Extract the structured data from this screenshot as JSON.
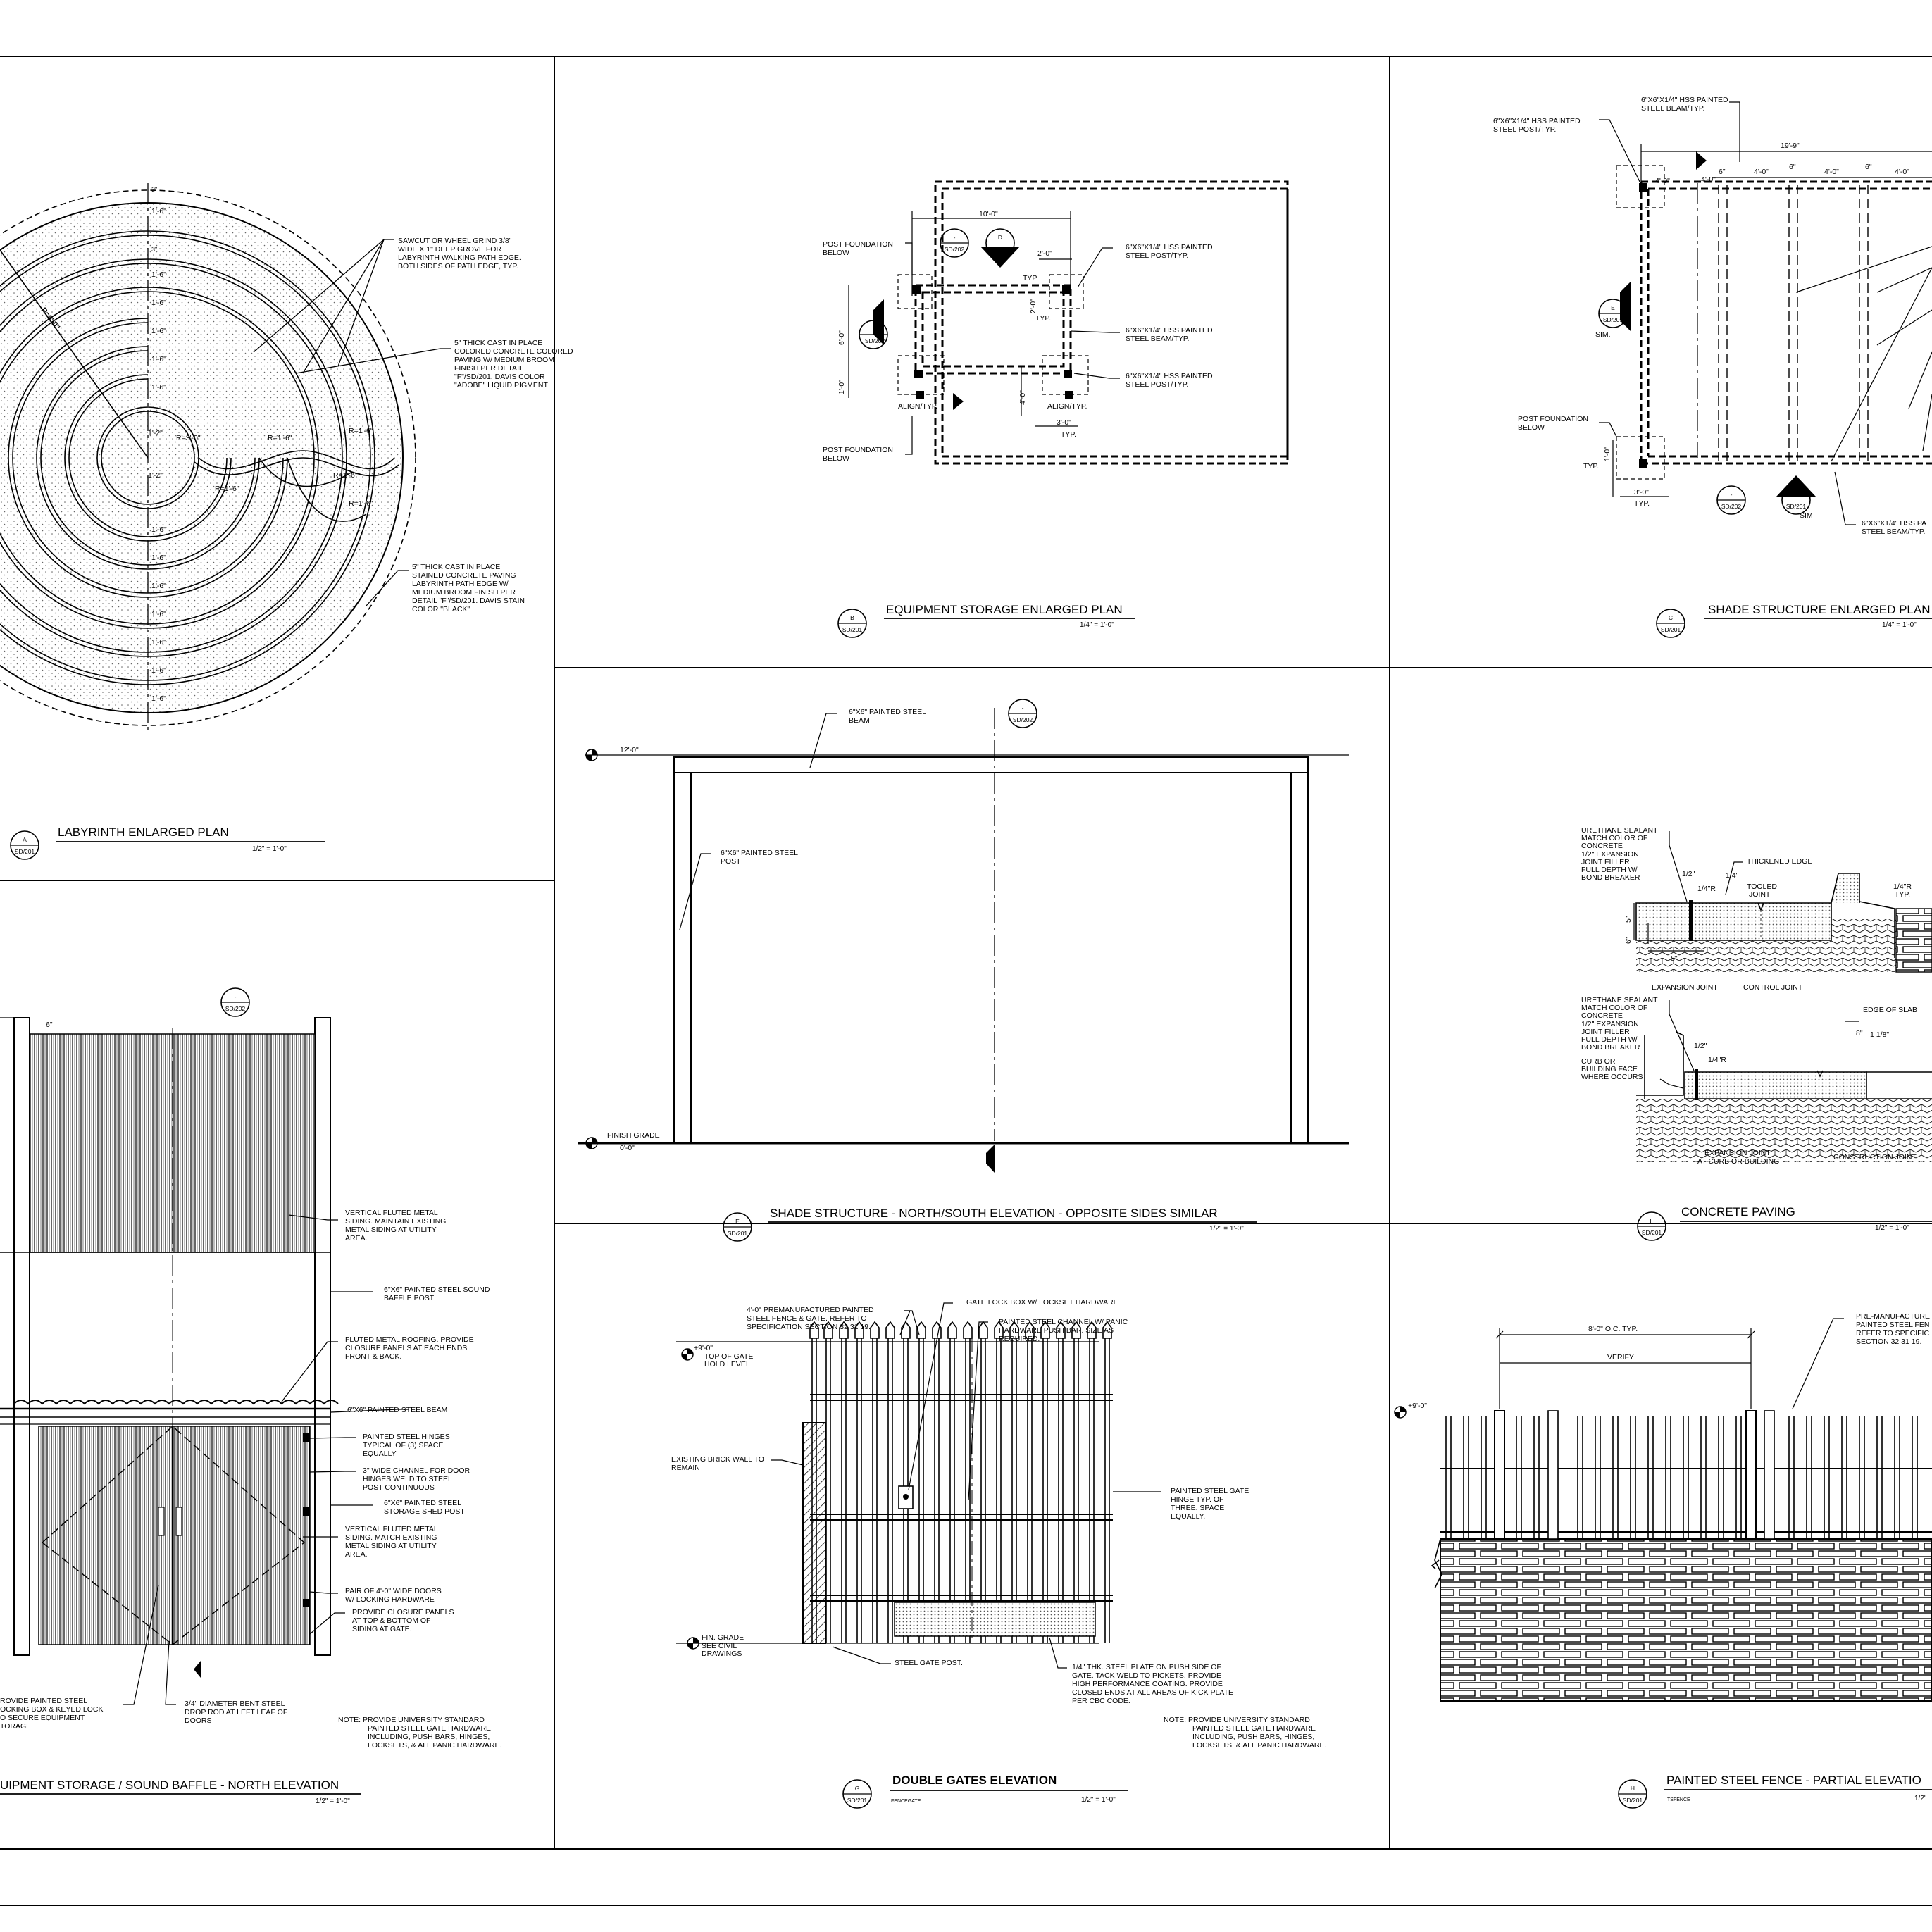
{
  "panels": {
    "A": {
      "title": "LABYRINTH ENLARGED PLAN",
      "scale": "1/2\" = 1'-0\"",
      "bubble_top": "A",
      "bubble_bottom": "SD/201",
      "notes": [
        [
          "SAWCUT OR WHEEL GRIND 3/8\"",
          "WIDE X 1\" DEEP GROVE FOR",
          "LABYRINTH WALKING PATH EDGE.",
          "BOTH SIDES OF PATH EDGE, TYP."
        ],
        [
          "5\" THICK CAST IN PLACE",
          "COLORED CONCRETE COLORED",
          "PAVING W/ MEDIUM BROOM",
          "FINISH PER DETAIL",
          "\"F\"/SD/201. DAVIS COLOR",
          "\"ADOBE\" LIQUID PIGMENT"
        ],
        [
          "5\" THICK CAST IN PLACE",
          "STAINED CONCRETE PAVING",
          "LABYRINTH PATH EDGE W/",
          "MEDIUM BROOM FINISH PER",
          "DETAIL \"F\"/SD/201. DAVIS STAIN",
          "COLOR \"BLACK\""
        ]
      ],
      "dims": [
        "1'-6\"",
        "3\"",
        "R=8'-0\"",
        "1'-2\"",
        "R=3'-0\"",
        "R=1'-6\"",
        "R=1'-6\"",
        "1'-6\""
      ]
    },
    "B": {
      "title": "EQUIPMENT STORAGE ENLARGED PLAN",
      "scale": "1/4\" = 1'-0\"",
      "bubble_top": "B",
      "bubble_bottom": "SD/201",
      "notes": [
        [
          "POST FOUNDATION",
          "BELOW"
        ],
        [
          "6\"X6\"X1/4\" HSS PAINTED",
          "STEEL POST/TYP."
        ],
        [
          "6\"X6\"X1/4\" HSS PAINTED",
          "STEEL BEAM/TYP."
        ],
        [
          "6\"X6\"X1/4\" HSS PAINTED",
          "STEEL POST/TYP."
        ],
        [
          "POST FOUNDATION",
          "BELOW"
        ]
      ],
      "dims": [
        "10'-0\"",
        "2'-0\"",
        "TYP.",
        "6'-0\"",
        "1'-0\"",
        "2'-0\"",
        "TYP.",
        "4'-0\"",
        "3'-0\"",
        "TYP.",
        "ALIGN/TYP.",
        "ALIGN/TYP."
      ],
      "bubbles": [
        [
          "-",
          "SD/202"
        ],
        [
          "D",
          "SD/201"
        ],
        [
          "-",
          "SD/202"
        ]
      ]
    },
    "C": {
      "title": "SHADE STRUCTURE ENLARGED PLAN",
      "scale": "1/4\" = 1'-0\"",
      "bubble_top": "C",
      "bubble_bottom": "SD/201",
      "notes": [
        [
          "6\"X6\"X1/4\" HSS PAINTED",
          "STEEL BEAM/TYP."
        ],
        [
          "6\"X6\"X1/4\" HSS PAINTED",
          "STEEL POST/TYP."
        ],
        [
          "POST FOUNDATION",
          "BELOW"
        ],
        [
          "6\"X6\"X1/4\" HSS PA",
          "STEEL BEAM/TYP."
        ]
      ],
      "dims": [
        "19'-9\"",
        "6\"",
        "4'-0\"",
        "6\"",
        "4'-0\"",
        "6\"",
        "4'-0\"",
        "6\"",
        "4'-0\"",
        "TYP.",
        "3'-0\"",
        "TYP.",
        "SIM.",
        "SIM"
      ],
      "bubbles": [
        [
          "E",
          "SD/201"
        ],
        [
          "-",
          "SD/202"
        ],
        [
          "E",
          "SD/201"
        ]
      ]
    },
    "D": {
      "title": "UIPMENT STORAGE / SOUND BAFFLE - NORTH ELEVATION",
      "scale": "1/2\" = 1'-0\"",
      "bubble": [
        "-",
        "SD/202"
      ],
      "notes": [
        [
          "VERTICAL FLUTED METAL",
          "SIDING. MAINTAIN EXISTING",
          "METAL SIDING AT UTILITY",
          "AREA."
        ],
        [
          "6\"X6\" PAINTED STEEL SOUND",
          "BAFFLE POST"
        ],
        [
          "FLUTED METAL ROOFING. PROVIDE",
          "CLOSURE PANELS AT EACH ENDS",
          "FRONT & BACK."
        ],
        [
          "6\"X6\" PAINTED STEEL BEAM"
        ],
        [
          "PAINTED STEEL HINGES",
          "TYPICAL OF (3) SPACE",
          "EQUALLY"
        ],
        [
          "3\" WIDE CHANNEL FOR DOOR",
          "HINGES WELD TO STEEL",
          "POST CONTINUOUS"
        ],
        [
          "6\"X6\" PAINTED STEEL",
          "STORAGE SHED POST"
        ],
        [
          "VERTICAL FLUTED METAL",
          "SIDING. MATCH EXISTING",
          "METAL SIDING AT UTILITY",
          "AREA."
        ],
        [
          "PAIR OF 4'-0\" WIDE DOORS",
          "W/ LOCKING HARDWARE"
        ],
        [
          "PROVIDE CLOSURE PANELS",
          "AT TOP & BOTTOM OF",
          "SIDING AT GATE."
        ],
        [
          "ROVIDE PAINTED STEEL",
          "OCKING BOX & KEYED LOCK",
          "O SECURE EQUIPMENT",
          "TORAGE"
        ],
        [
          "3/4\" DIAMETER BENT STEEL",
          "DROP ROD AT LEFT LEAF OF",
          "DOORS"
        ],
        [
          "NOTE:  PROVIDE UNIVERSITY STANDARD",
          "PAINTED STEEL GATE HARDWARE",
          "INCLUDING, PUSH BARS, HINGES,",
          "LOCKSETS, & ALL PANIC HARDWARE."
        ]
      ],
      "dims": [
        "6\""
      ]
    },
    "E": {
      "title": "SHADE STRUCTURE - NORTH/SOUTH  ELEVATION - OPPOSITE SIDES SIMILAR",
      "scale": "1/2\" = 1'-0\"",
      "bubble_top": "E",
      "bubble_bottom": "SD/201",
      "bubble": [
        "-",
        "SD/202"
      ],
      "notes": [
        [
          "6\"X6\" PAINTED STEEL",
          "BEAM"
        ],
        [
          "6\"X6\" PAINTED STEEL",
          "POST"
        ]
      ],
      "levels": [
        "12'-0\"",
        "FINISH GRADE",
        "0'-0\""
      ]
    },
    "F": {
      "title": "CONCRETE PAVING",
      "scale": "1/2\" = 1'-0\"",
      "bubble_top": "F",
      "bubble_bottom": "SD/201",
      "notes": [
        [
          "URETHANE SEALANT",
          "MATCH COLOR OF",
          "CONCRETE",
          "1/2\" EXPANSION",
          "JOINT FILLER",
          "FULL DEPTH W/",
          "BOND BREAKER"
        ],
        [
          "THICKENED EDGE"
        ],
        [
          "URETHANE SEALANT",
          "MATCH COLOR OF",
          "CONCRETE",
          "1/2\" EXPANSION",
          "JOINT FILLER",
          "FULL DEPTH W/",
          "BOND BREAKER"
        ],
        [
          "CURB OR",
          "BUILDING FACE",
          "WHERE OCCURS"
        ]
      ],
      "labels": [
        "EXPANSION JOINT",
        "CONTROL JOINT",
        "EDGE OF SLAB",
        "EXPANSION JOINT",
        "AT CURB OR BUILDING",
        "CONSTRUCTION JOINT"
      ],
      "dims": [
        "1/2\"",
        "1/4\"R",
        "1/4\"",
        "TOOLED",
        "JOINT",
        "1/4\"R",
        "TYP.",
        "5\"",
        "6\"",
        "8\"",
        "8\"",
        "1/2\"",
        "1/4\"R",
        "1 1/8\""
      ]
    },
    "G": {
      "title": "DOUBLE GATES ELEVATION",
      "subtitle": "FENCEGATE",
      "scale": "1/2\" = 1'-0\"",
      "bubble_top": "G",
      "bubble_bottom": "SD/201",
      "notes": [
        [
          "4'-0\" PREMANUFACTURED PAINTED",
          "STEEL FENCE & GATE. REFER TO",
          "SPECIFICATION SECTION 32 31 19."
        ],
        [
          "GATE LOCK BOX W/ LOCKSET HARDWARE"
        ],
        [
          "PAINTED STEEL CHANNEL W/ PANIC",
          "HARDWARE PUSH BAR. SIZE AS",
          "REQUIRED."
        ],
        [
          "EXISTING BRICK WALL TO",
          "REMAIN"
        ],
        [
          "PAINTED STEEL GATE",
          "HINGE TYP. OF",
          "THREE. SPACE",
          "EQUALLY."
        ],
        [
          "STEEL GATE POST."
        ],
        [
          "1/4\" THK. STEEL PLATE ON PUSH SIDE OF",
          "GATE. TACK WELD TO PICKETS.  PROVIDE",
          "HIGH PERFORMANCE COATING. PROVIDE",
          "CLOSED ENDS AT ALL AREAS OF KICK PLATE",
          "PER CBC CODE."
        ],
        [
          "NOTE:  PROVIDE UNIVERSITY STANDARD",
          "PAINTED STEEL GATE HARDWARE",
          "INCLUDING, PUSH BARS, HINGES,",
          "LOCKSETS, & ALL PANIC HARDWARE."
        ]
      ],
      "levels": [
        "+9'-0\"",
        "TOP OF GATE",
        "HOLD LEVEL",
        "FIN. GRADE",
        "SEE CIVIL",
        "DRAWINGS"
      ]
    },
    "H": {
      "title": "PAINTED STEEL FENCE - PARTIAL ELEVATIO",
      "subtitle": "TSFENCE",
      "scale": "1/2\"",
      "bubble_top": "H",
      "bubble_bottom": "SD/201",
      "notes": [
        [
          "PRE-MANUFACTURE",
          "PAINTED STEEL FEN",
          "REFER TO SPECIFIC",
          "SECTION 32 31 19."
        ]
      ],
      "dims": [
        "8'-0\" O.C. TYP.",
        "VERIFY"
      ],
      "levels": [
        "+9'-0\""
      ]
    }
  }
}
